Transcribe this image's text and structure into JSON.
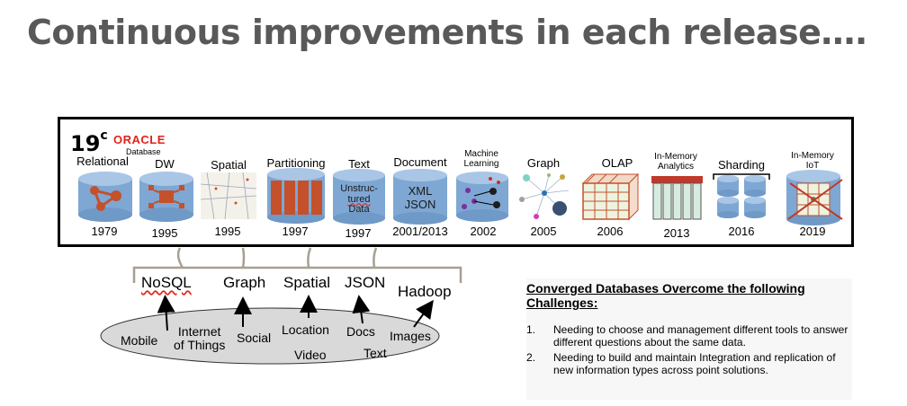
{
  "title": "Continuous improvements in each release….",
  "logo": {
    "version": "19",
    "version_suffix": "c",
    "brand": "ORACLE",
    "product": "Database"
  },
  "timeline": [
    {
      "label": "Relational",
      "year": "1979"
    },
    {
      "label": "DW",
      "year": "1995"
    },
    {
      "label": "Spatial",
      "year": "1995"
    },
    {
      "label": "Partitioning",
      "year": "1997"
    },
    {
      "label": "Text",
      "year": "1997",
      "inner": [
        "Unstruc-",
        "tured",
        "Data"
      ]
    },
    {
      "label": "Document",
      "year": "2001/2013",
      "inner": [
        "XML",
        "JSON"
      ]
    },
    {
      "label": "Machine\nLearning",
      "year": "2002"
    },
    {
      "label": "Graph",
      "year": "2005"
    },
    {
      "label": "OLAP",
      "year": "2006"
    },
    {
      "label": "In-Memory\nAnalytics",
      "year": "2013"
    },
    {
      "label": "Sharding",
      "year": "2016"
    },
    {
      "label": "In-Memory\nIoT",
      "year": "2019"
    }
  ],
  "data_types": [
    "NoSQL",
    "Graph",
    "Spatial",
    "JSON",
    "Hadoop"
  ],
  "sources": [
    "Mobile",
    "Internet\nof Things",
    "Social",
    "Location",
    "Video",
    "Docs",
    "Text",
    "Images"
  ],
  "challenges": {
    "heading": "Converged Databases Overcome the following Challenges:",
    "items": [
      {
        "num": "1.",
        "text": "Needing to choose and management different tools to answer different questions about the same data."
      },
      {
        "num": "2.",
        "text": "Needing to build and maintain Integration and replication of new information types across point solutions."
      }
    ]
  },
  "colors": {
    "cylinder": "#7ea7d3",
    "cylinder_top": "#a9c6e6",
    "accent": "#c4512b",
    "oracle_red": "#e2231a"
  }
}
